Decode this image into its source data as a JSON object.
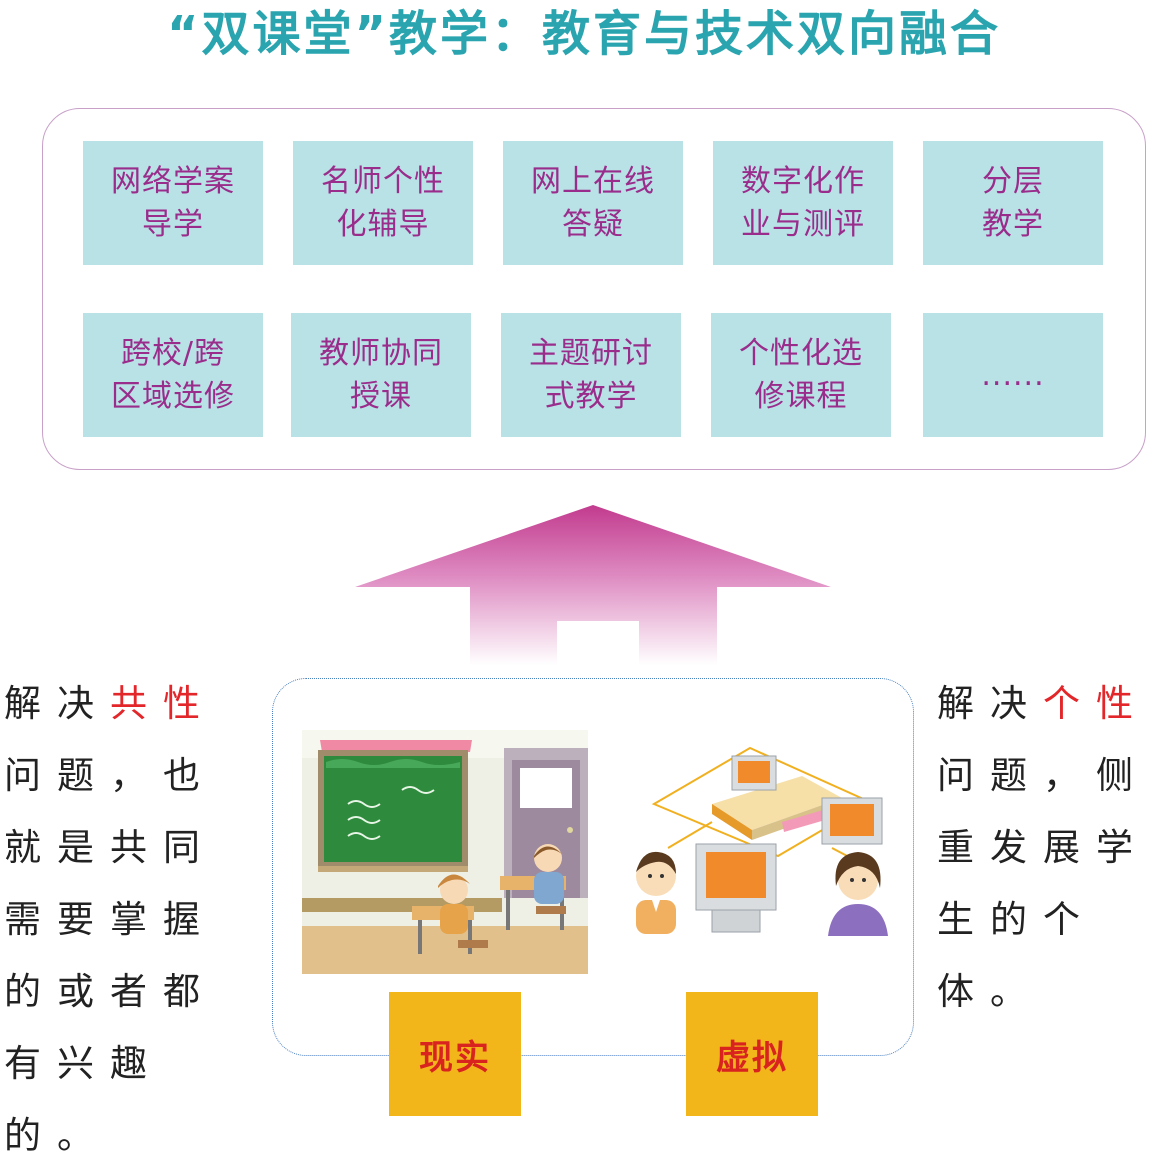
{
  "title": "“双课堂”教学：教育与技术双向融合",
  "tiles": [
    "网络学案\n导学",
    "名师个性\n化辅导",
    "网上在线\n答疑",
    "数字化作\n业与测评",
    "分层\n教学",
    "跨校/跨\n区域选修",
    "教师协同\n授课",
    "主题研讨\n式教学",
    "个性化选\n修课程",
    "......"
  ],
  "left_text": {
    "part1": "解决",
    "highlight": "共性",
    "part2": "问题，也就是共同需要掌握的或者都有兴趣的。"
  },
  "right_text": {
    "part1": "解决",
    "highlight": "个性",
    "part2": "问题，侧重发展学生的个体。"
  },
  "labels": {
    "real": "现实",
    "virtual": "虚拟"
  },
  "colors": {
    "title": "#2aa5b0",
    "tile_bg": "#b8e2e6",
    "tile_text": "#9a2d8c",
    "highlight": "#e3262a",
    "label_bg": "#f2b51a",
    "label_text": "#d8231f"
  }
}
